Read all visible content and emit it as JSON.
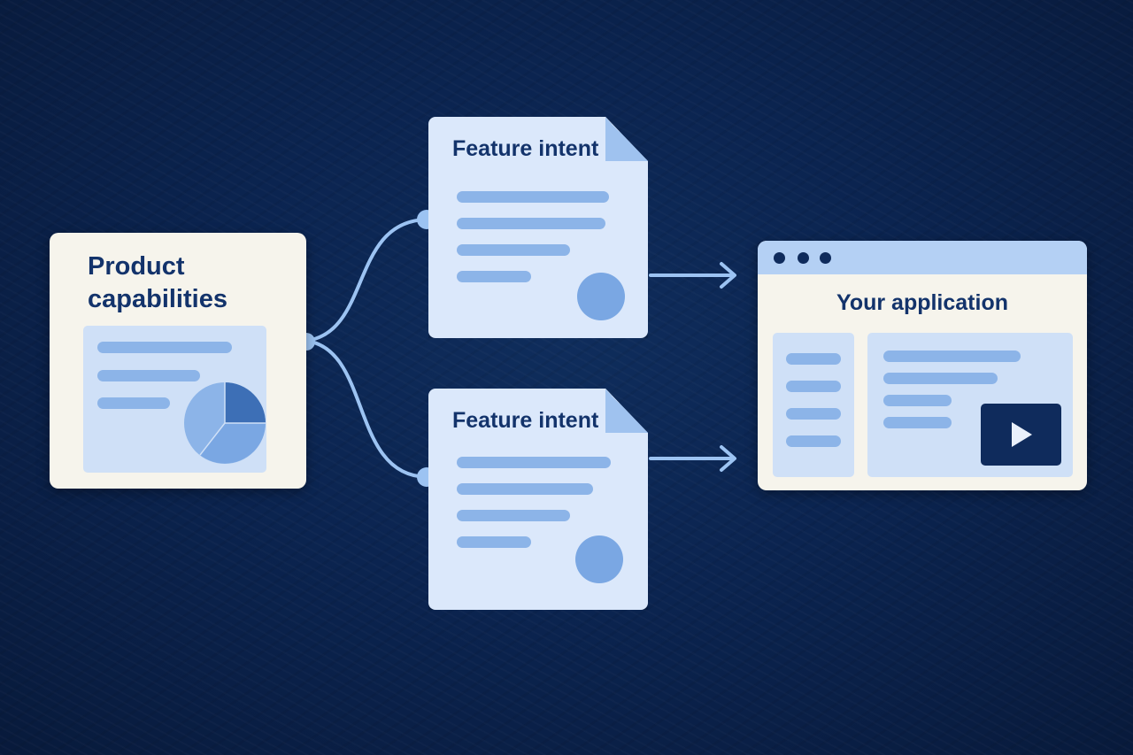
{
  "diagram": {
    "source": {
      "title_line1": "Product",
      "title_line2": "capabilities"
    },
    "intents": [
      {
        "title": "Feature intent"
      },
      {
        "title": "Feature intent"
      }
    ],
    "target": {
      "title": "Your application"
    }
  },
  "colors": {
    "background": "#0b2450",
    "card_light": "#f6f4ec",
    "doc_fill": "#dbe8fb",
    "accent_blue": "#8cb4e8",
    "connector": "#9cc3f2",
    "title_navy": "#13336b"
  },
  "icons": {
    "pie": "pie-chart-icon",
    "play": "play-icon",
    "window_controls": "window-dots-icon",
    "arrow": "arrow-right-icon"
  }
}
